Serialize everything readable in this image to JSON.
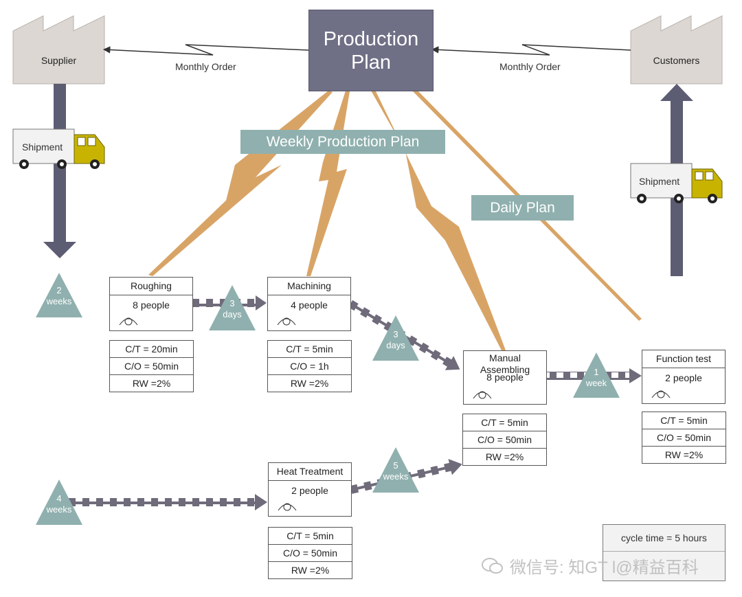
{
  "supplier": {
    "label": "Supplier"
  },
  "customers": {
    "label": "Customers"
  },
  "production_plan": {
    "line1": "Production",
    "line2": "Plan"
  },
  "monthly_order_left": "Monthly Order",
  "monthly_order_right": "Monthly Order",
  "weekly_plan": "Weekly Production Plan",
  "daily_plan": "Daily Plan",
  "shipment_left": "Shipment",
  "shipment_right": "Shipment",
  "inventory": {
    "supplier_stock": {
      "num": "2",
      "unit": "weeks"
    },
    "rough_to_mach": {
      "num": "3",
      "unit": "days"
    },
    "mach_to_assy": {
      "num": "3",
      "unit": "days"
    },
    "assy_to_test": {
      "num": "1",
      "unit": "week"
    },
    "heat_to_assy": {
      "num": "5",
      "unit": "weeks"
    },
    "heat_input": {
      "num": "4",
      "unit": "weeks"
    }
  },
  "processes": {
    "roughing": {
      "title": "Roughing",
      "people": "8 people",
      "ct": "C/T = 20min",
      "co": "C/O = 50min",
      "rw": "RW =2%"
    },
    "machining": {
      "title": "Machining",
      "people": "4 people",
      "ct": "C/T = 5min",
      "co": "C/O = 1h",
      "rw": "RW =2%"
    },
    "manual_assembling": {
      "title_line1": "Manual",
      "title_line2": "Assembling",
      "people": "8 people",
      "ct": "C/T = 5min",
      "co": "C/O = 50min",
      "rw": "RW =2%"
    },
    "function_test": {
      "title": "Function test",
      "people": "2 people",
      "ct": "C/T = 5min",
      "co": "C/O = 50min",
      "rw": "RW =2%"
    },
    "heat_treatment": {
      "title": "Heat Treatment",
      "people": "2 people",
      "ct": "C/T = 5min",
      "co": "C/O = 50min",
      "rw": "RW =2%"
    }
  },
  "cycle_time": "cycle time = 5 hours",
  "watermark": "微信号: 知GT l@精益百科",
  "colors": {
    "plan_box": "#6f6f86",
    "banner": "#8fb0ae",
    "lightning": "#d49a55",
    "inventory_triangle": "#8fb0ae",
    "push_arrow": "#6f6b7a",
    "truck_cab": "#c8b400"
  }
}
